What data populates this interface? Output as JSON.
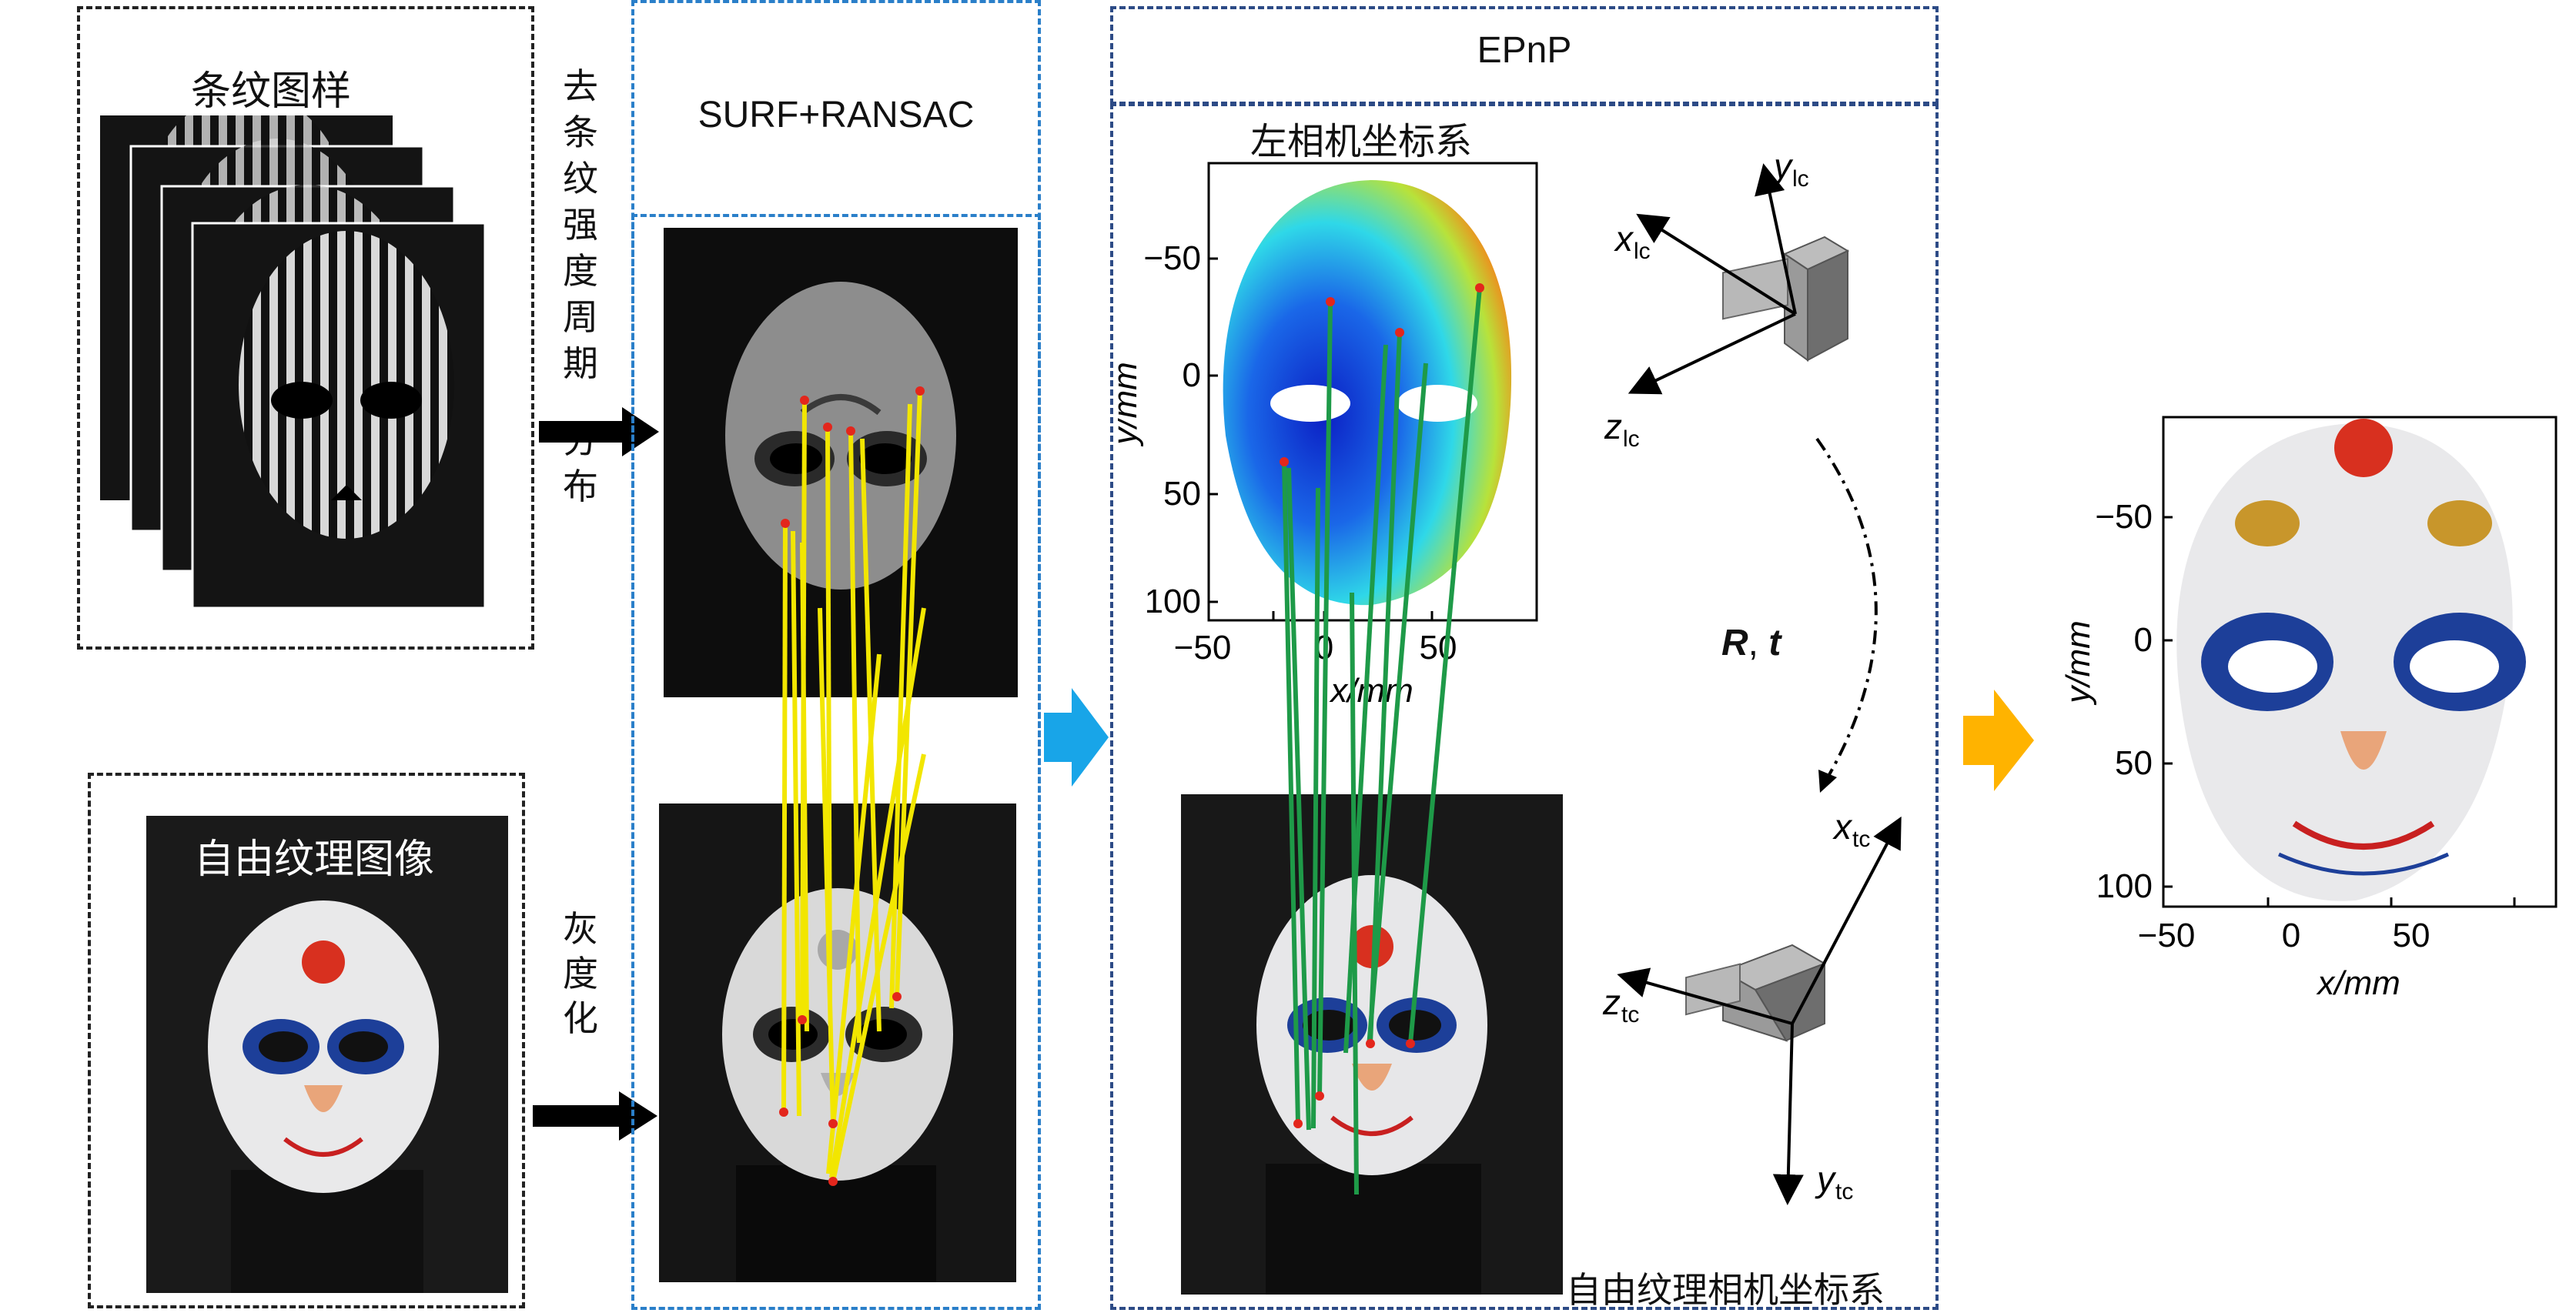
{
  "panel1": {
    "stripe_title": "条纹图样",
    "texture_title": "自由纹理图像"
  },
  "arrow_labels": {
    "top": [
      "去",
      "条",
      "纹",
      "强",
      "度",
      "周",
      "期",
      "分",
      "布"
    ],
    "bottom": [
      "灰",
      "度",
      "化"
    ]
  },
  "panel2": {
    "title": "SURF+RANSAC"
  },
  "panel3": {
    "title": "EPnP",
    "left_cam_title": "左相机坐标系",
    "free_cam_title": "自由纹理相机坐标系",
    "rt_label_r": "R",
    "rt_label_sep": ", ",
    "rt_label_t": "t",
    "axes_lc": {
      "x": "x",
      "y": "y",
      "z": "z",
      "sub": "lc"
    },
    "axes_tc": {
      "x": "x",
      "y": "y",
      "z": "z",
      "sub": "tc"
    }
  },
  "plot_depth": {
    "ylabel": "y/mm",
    "xlabel": "x/mm",
    "yticks": [
      "−50",
      "0",
      "50",
      "100"
    ],
    "xticks": [
      "−50",
      "0",
      "50"
    ]
  },
  "plot_result": {
    "ylabel": "y/mm",
    "xlabel": "x/mm",
    "yticks": [
      "−50",
      "0",
      "50",
      "100"
    ],
    "xticks": [
      "−50",
      "0",
      "50"
    ]
  },
  "colors": {
    "yellow_lines": "#f2e600",
    "green_lines": "#1e9a48",
    "match_points": "#e3261c",
    "blue_arrow": "#18a5e8",
    "orange_arrow": "#ffb300",
    "blue_dash": "#2a7fc9",
    "navy_dash": "#2d4b86"
  }
}
